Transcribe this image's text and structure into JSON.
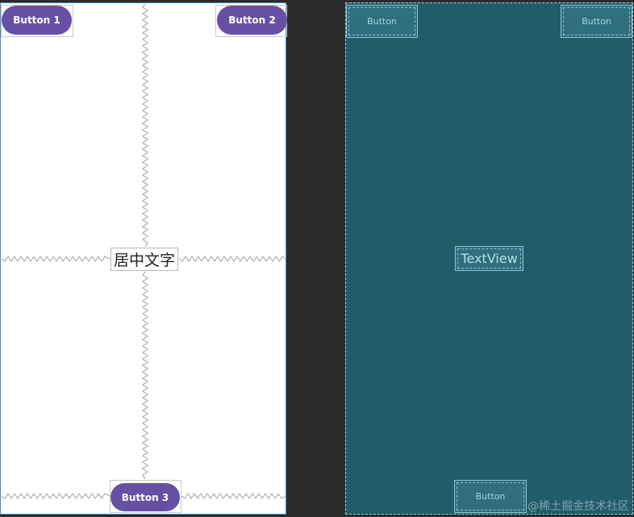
{
  "design": {
    "button1": "Button 1",
    "button2": "Button 2",
    "button3": "Button 3",
    "center_text": "居中文字"
  },
  "blueprint": {
    "button1": "Button",
    "button2": "Button",
    "button3": "Button",
    "center_text": "TextView"
  },
  "watermark": "@稀土掘金技术社区",
  "colors": {
    "button_purple": "#6750a4",
    "blueprint_bg": "#215c6b",
    "constraint_spring_design": "#b5b5b5",
    "constraint_spring_blueprint": "#8fd0dc"
  }
}
